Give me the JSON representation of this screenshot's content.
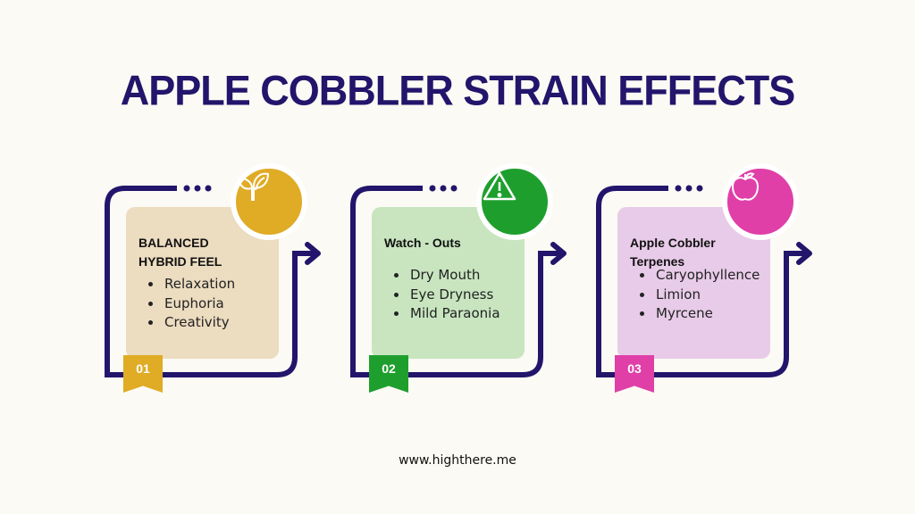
{
  "title": "APPLE COBBLER STRAIN EFFECTS",
  "cards": [
    {
      "number": "01",
      "heading": [
        "BALANCED",
        "HYBRID FEEL"
      ],
      "items": [
        "Relaxation",
        "Euphoria",
        "Creativity"
      ],
      "icon": "leaf-icon",
      "accent": "#e0ab25",
      "box": "#ecdcc0"
    },
    {
      "number": "02",
      "heading": [
        "Watch - Outs",
        ""
      ],
      "items": [
        "Dry Mouth",
        "Eye Dryness",
        "Mild Paraonia"
      ],
      "icon": "warning-icon",
      "accent": "#1e9f2d",
      "box": "#c8e5c0"
    },
    {
      "number": "03",
      "heading": [
        "Apple Cobbler",
        "Terpenes"
      ],
      "items": [
        "Caryophyllence",
        "Limion",
        "Myrcene"
      ],
      "icon": "apple-icon",
      "accent": "#e03fa8",
      "box": "#e8cbe8"
    }
  ],
  "footer": "www.highthere.me",
  "colors": {
    "navy": "#22156b"
  }
}
